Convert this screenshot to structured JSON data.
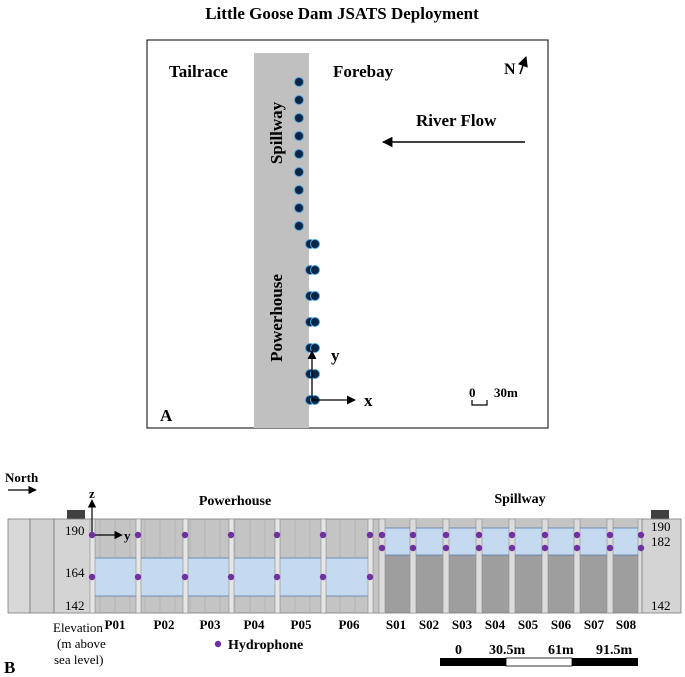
{
  "title": "Little Goose Dam JSATS Deployment",
  "panel_a": {
    "label": "A",
    "tailrace": "Tailrace",
    "forebay": "Forebay",
    "north": "N",
    "river_flow": "River Flow",
    "spillway": "Spillway",
    "powerhouse": "Powerhouse",
    "axis_x": "x",
    "axis_y": "y",
    "scale_zero": "0",
    "scale_len": "30m"
  },
  "panel_b": {
    "label": "B",
    "north": "North",
    "powerhouse": "Powerhouse",
    "spillway": "Spillway",
    "axis_z": "z",
    "axis_y": "y",
    "elev_left": [
      "190",
      "164",
      "142"
    ],
    "elev_right": [
      "190",
      "182",
      "142"
    ],
    "elevation_caption": [
      "Elevation",
      "(m above",
      "sea level)"
    ],
    "units": [
      "P01",
      "P02",
      "P03",
      "P04",
      "P05",
      "P06",
      "S01",
      "S02",
      "S03",
      "S04",
      "S05",
      "S06",
      "S07",
      "S08"
    ],
    "legend_hydrophone": "Hydrophone",
    "scale_labels": [
      "0",
      "30.5m",
      "61m",
      "91.5m"
    ]
  },
  "colors": {
    "dam": "#c0c0c0",
    "panel_gray": "#c8c8c8",
    "dark_gray": "#9e9e9e",
    "water_blue": "#c5daf0",
    "hydrophone_purple": "#7030a0",
    "hydrophone_a": "#0b2545"
  }
}
